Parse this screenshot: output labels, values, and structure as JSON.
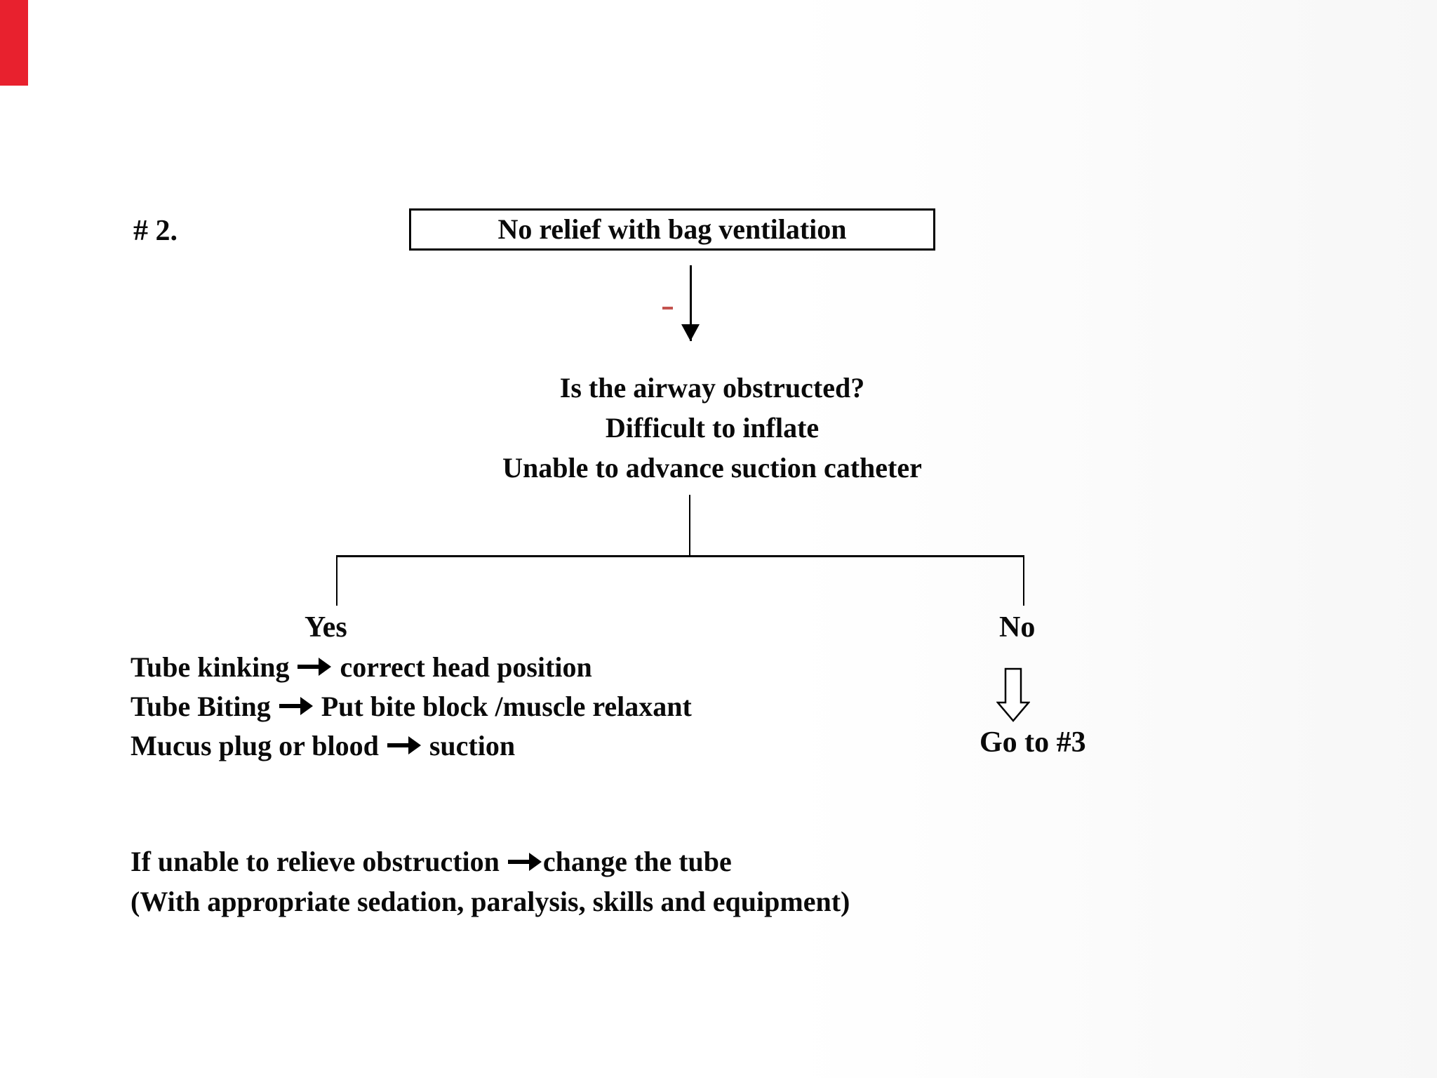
{
  "page": {
    "background": "#ffffff",
    "ribbon_color": "#e8212e",
    "dash_color": "#c4534f",
    "text_color": "#0a0a0a"
  },
  "figure_label": "# 2.",
  "flowchart": {
    "start_box": "No relief with bag ventilation",
    "question": [
      "Is the airway obstructed?",
      "Difficult to inflate",
      "Unable to advance suction catheter"
    ],
    "branches": {
      "yes": {
        "label": "Yes",
        "items": [
          {
            "cause": "Tube kinking",
            "action": "correct head position"
          },
          {
            "cause": "Tube Biting",
            "action": "Put bite block /muscle relaxant"
          },
          {
            "cause": "Mucus plug or blood",
            "action": "suction"
          }
        ]
      },
      "no": {
        "label": "No",
        "action": "Go to #3"
      }
    },
    "footnote": {
      "line1_before_arrow": "If unable to relieve obstruction",
      "line1_after_arrow": "change the tube",
      "line2": "(With appropriate sedation, paralysis, skills and equipment)"
    }
  }
}
